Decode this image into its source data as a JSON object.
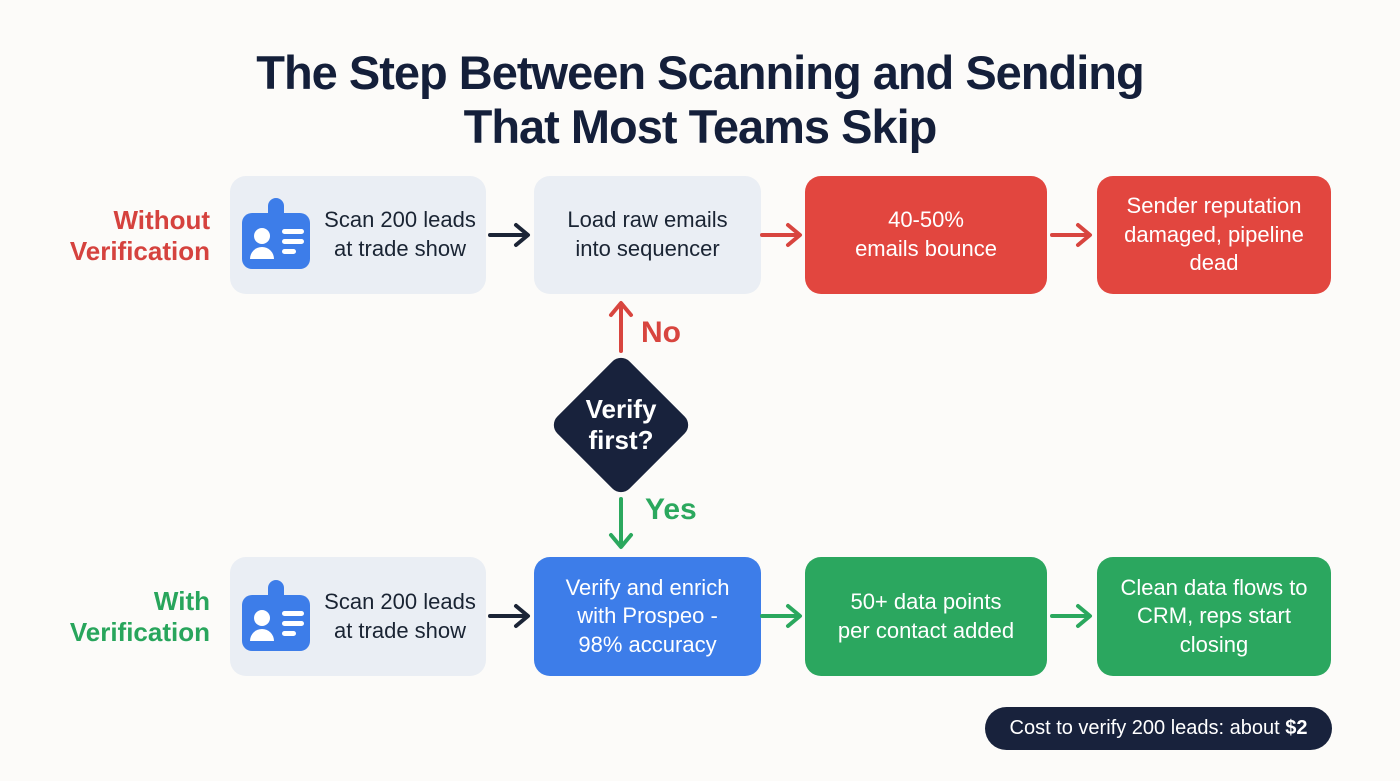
{
  "title": "The Step Between Scanning and Sending\nThat Most Teams Skip",
  "colors": {
    "background": "#FCFBF9",
    "navy": "#18223C",
    "title_navy": "#141F3A",
    "red_box": "#E2463F",
    "red_label": "#D5423E",
    "green_box": "#2BA75F",
    "green_label": "#28A55C",
    "blue_box": "#3D7DE9",
    "light_box": "#EAEEF4"
  },
  "rows": [
    {
      "label": "Without\nVerification",
      "boxes": [
        {
          "icon": "id-badge-icon",
          "text": "Scan 200 leads\nat trade show"
        },
        {
          "text": "Load raw emails\ninto sequencer"
        },
        {
          "text": "40-50%\nemails bounce"
        },
        {
          "text": "Sender reputation\ndamaged, pipeline\ndead"
        }
      ]
    },
    {
      "label": "With\nVerification",
      "boxes": [
        {
          "icon": "id-badge-icon",
          "text": "Scan 200 leads\nat trade show"
        },
        {
          "text": "Verify and enrich\nwith Prospeo -\n98% accuracy"
        },
        {
          "text": "50+ data points\nper contact added"
        },
        {
          "text": "Clean data flows to\nCRM, reps start\nclosing"
        }
      ]
    }
  ],
  "decision": {
    "text": "Verify\nfirst?",
    "no_label": "No",
    "yes_label": "Yes"
  },
  "footnote": {
    "prefix": "Cost to verify 200 leads: about ",
    "bold": "$2"
  }
}
